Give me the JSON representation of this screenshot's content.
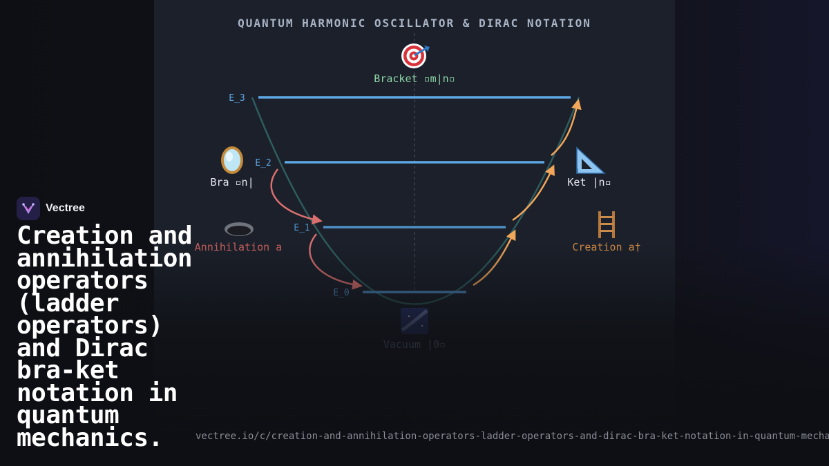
{
  "diagram": {
    "title": "QUANTUM HARMONIC OSCILLATOR & DIRAC NOTATION",
    "bracket": {
      "icon": "target-icon",
      "label": "Bracket ▫m|n▫"
    },
    "levels": [
      "E_0",
      "E_1",
      "E_2",
      "E_3"
    ],
    "bra": {
      "icon": "mirror-icon",
      "label": "Bra ▫n|"
    },
    "ket": {
      "icon": "triangle-ruler-icon",
      "label": "Ket |n▫"
    },
    "annihilation": {
      "icon": "hole-icon",
      "label": "Annihilation a"
    },
    "creation": {
      "icon": "ladder-icon",
      "label": "Creation a†"
    },
    "vacuum": {
      "icon": "milky-way-icon",
      "label": "Vacuum |0▫"
    },
    "colors": {
      "levels": "#5fa8e6",
      "creation_arrows": "#f2a65a",
      "annihilation_arrows": "#d9706f",
      "potential": "#2e5d5f",
      "title": "#a9b4c6"
    }
  },
  "brand": {
    "name": "Vectree",
    "logo": "vectree-logo-icon"
  },
  "headline": "Creation and annihilation operators (ladder operators) and Dirac bra-ket notation in quantum mechanics.",
  "url": "vectree.io/c/creation-and-annihilation-operators-ladder-operators-and-dirac-bra-ket-notation-in-quantum-mechanics"
}
